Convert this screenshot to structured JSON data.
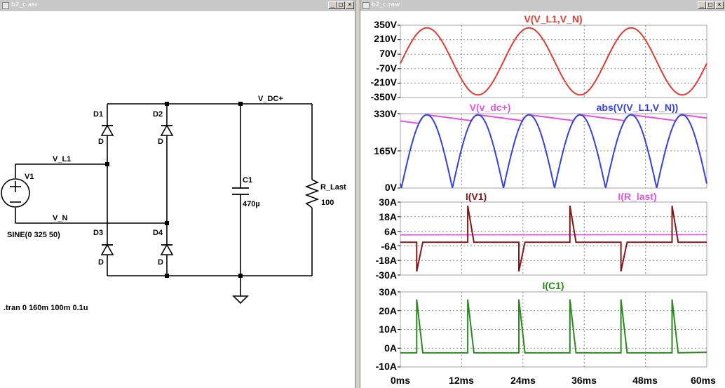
{
  "windows": {
    "schematic": {
      "title": "b2_c.asc",
      "min": "_",
      "max": "□",
      "close": "×"
    },
    "waveform": {
      "title": "b2_c.raw",
      "min": "_",
      "max": "□",
      "close": "×"
    }
  },
  "schematic": {
    "labels": {
      "d1": "D1",
      "d2": "D2",
      "d3": "D3",
      "d4": "D4",
      "d1_model": "D",
      "d2_model": "D",
      "d3_model": "D",
      "d4_model": "D",
      "net_vdc": "V_DC+",
      "net_vl1": "V_L1",
      "net_vn": "V_N",
      "v1": "V1",
      "v1_value": "SINE(0 325 50)",
      "c1": "C1",
      "c1_value": "470µ",
      "rload": "R_Last",
      "rload_value": "100",
      "directive": ".tran 0 160m 100m 0.1u"
    }
  },
  "colors": {
    "red": "#e03c32",
    "magenta": "#e055e0",
    "blue": "#3440e0",
    "darkred": "#801818",
    "green": "#2a8a1e",
    "grid": "#8a8a8a",
    "frame": "#a0a0a0"
  },
  "chart_data": [
    {
      "type": "line",
      "title": "",
      "x_unit": "ms",
      "xlim": [
        0,
        60
      ],
      "yticks": [
        "350V",
        "210V",
        "70V",
        "-70V",
        "-210V",
        "-350V"
      ],
      "ylim": [
        -350,
        350
      ],
      "series": [
        {
          "name": "V(V_L1,V_N)",
          "color": "#e03c32",
          "expr": "325*sin(2*pi*50*t)"
        }
      ]
    },
    {
      "type": "line",
      "title": "",
      "x_unit": "ms",
      "xlim": [
        0,
        60
      ],
      "yticks": [
        "330V",
        "165V",
        "0V"
      ],
      "ylim": [
        0,
        330
      ],
      "series": [
        {
          "name": "V(v_dc+)",
          "color": "#e055e0",
          "expr": "ripple 325 -> ~298"
        },
        {
          "name": "abs(V(V_L1,V_N))",
          "color": "#3440e0",
          "expr": "|325*sin(2*pi*50*t)|"
        }
      ]
    },
    {
      "type": "line",
      "title": "",
      "x_unit": "ms",
      "xlim": [
        0,
        60
      ],
      "yticks": [
        "30A",
        "18A",
        "6A",
        "-6A",
        "-18A",
        "-30A"
      ],
      "ylim": [
        -30,
        30
      ],
      "series": [
        {
          "name": "I(V1)",
          "color": "#801818",
          "expr": "pulses ±27A, base ≈ -3A"
        },
        {
          "name": "I(R_last)",
          "color": "#e055e0",
          "expr": "≈ 3A"
        }
      ]
    },
    {
      "type": "line",
      "title": "",
      "x_unit": "ms",
      "xlim": [
        0,
        60
      ],
      "xticks": [
        "0ms",
        "12ms",
        "24ms",
        "36ms",
        "48ms",
        "60ms"
      ],
      "yticks": [
        "30A",
        "20A",
        "10A",
        "0A",
        "-10A"
      ],
      "ylim": [
        -10,
        30
      ],
      "series": [
        {
          "name": "I(C1)",
          "color": "#2a8a1e",
          "expr": "pulses to 26A, base ≈ -3A"
        }
      ]
    }
  ]
}
